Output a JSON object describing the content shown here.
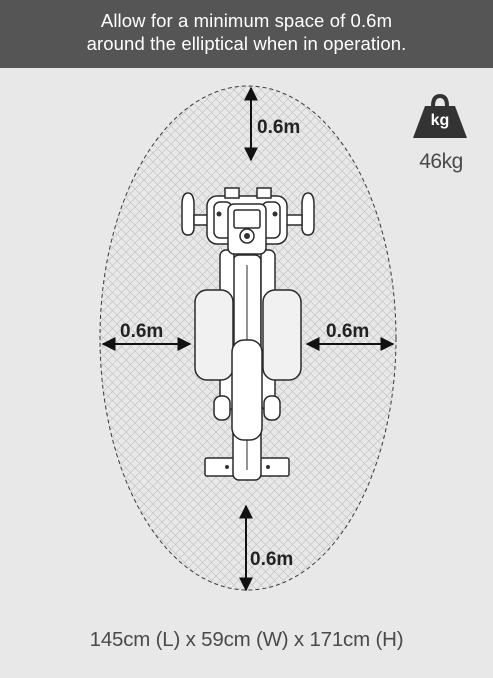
{
  "header": {
    "line1": "Allow for a minimum space of 0.6m",
    "line2": "around the elliptical when in operation."
  },
  "clearance": {
    "top_label": "0.6m",
    "left_label": "0.6m",
    "right_label": "0.6m",
    "bottom_label": "0.6m"
  },
  "weight": {
    "icon": "weight-kg-icon",
    "icon_text": "kg",
    "value": "46kg"
  },
  "dimensions": {
    "text": "145cm (L) x 59cm (W) x 171cm (H)"
  },
  "colors": {
    "header_bg": "#555555",
    "page_bg": "#e8e8e8",
    "icon_fill": "#333333"
  }
}
